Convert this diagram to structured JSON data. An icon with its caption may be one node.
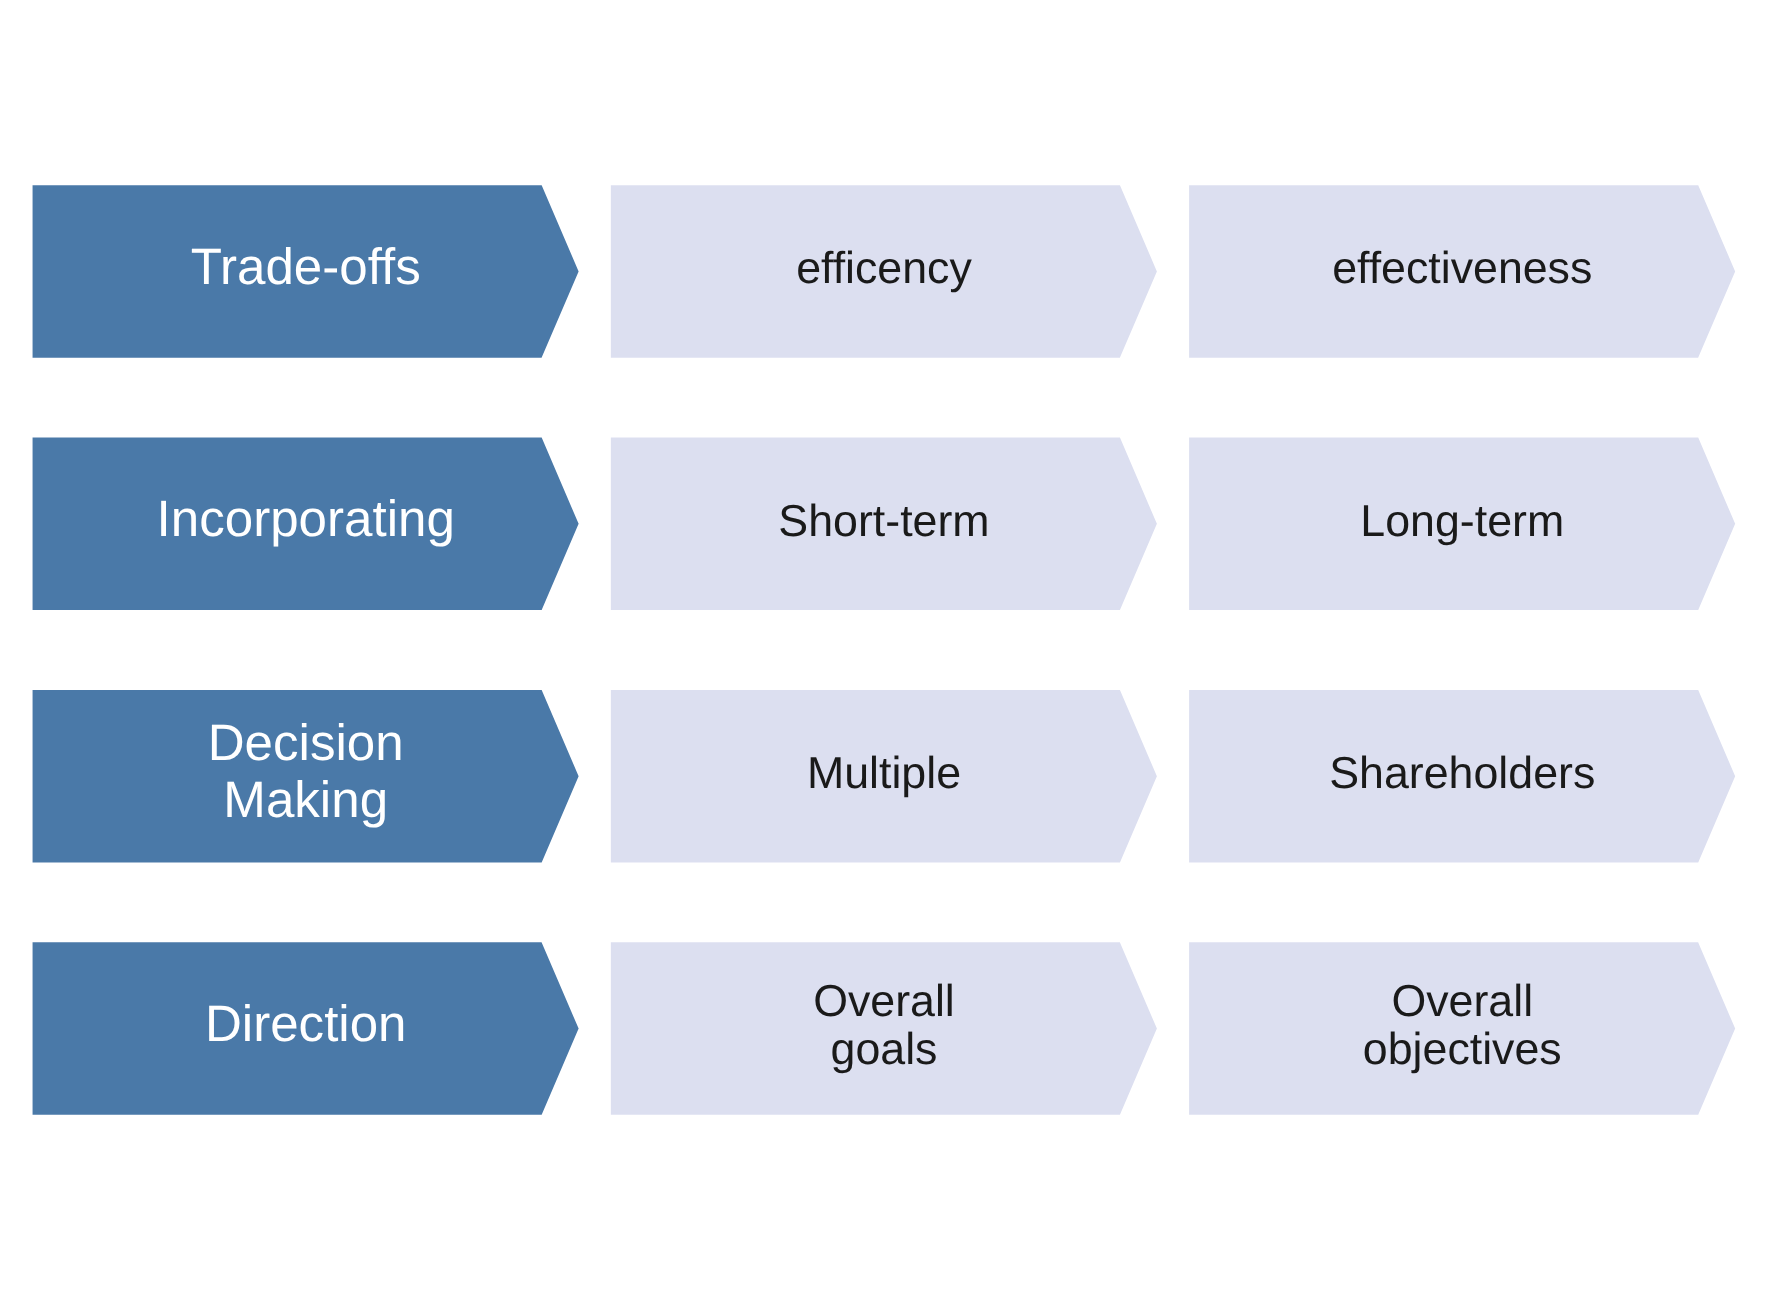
{
  "diagram": {
    "nodes": [
      {
        "text": [
          "Direction"
        ]
      },
      {
        "text": [
          "Overall goals"
        ]
      },
      {
        "text": [
          "Overall objectives"
        ]
      },
      {
        "text": [
          "Decision Making"
        ]
      },
      {
        "text": [
          "Multiple"
        ]
      },
      {
        "text": [
          "Shareholders"
        ]
      },
      {
        "text": [
          "Incorporating"
        ]
      },
      {
        "text": [
          "Short-term"
        ]
      },
      {
        "text": [
          "Long-term"
        ]
      },
      {
        "text": [
          "Trade-offs"
        ]
      },
      {
        "text": [
          "efficency"
        ]
      },
      {
        "text": [
          "effectiveness"
        ]
      }
    ]
  }
}
